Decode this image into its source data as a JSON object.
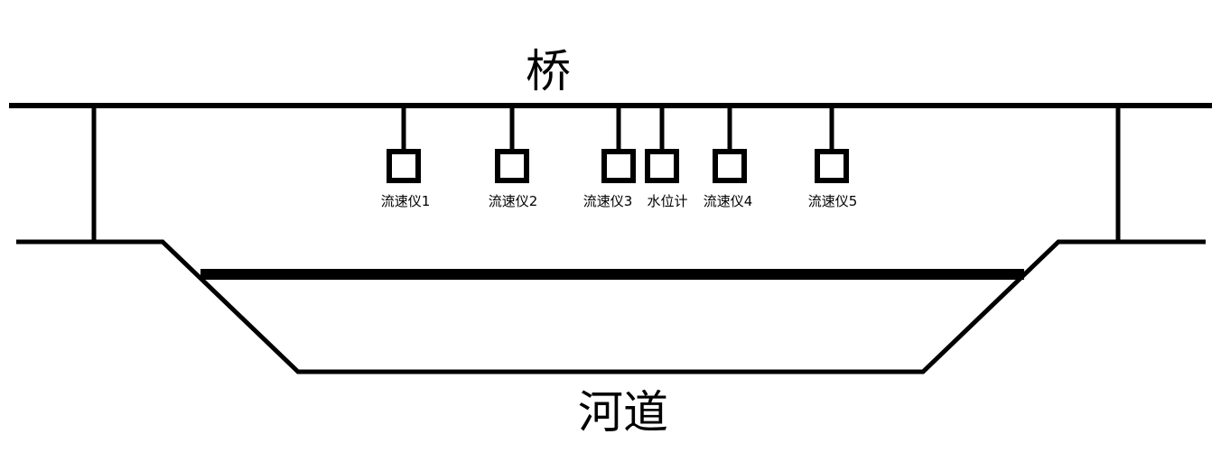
{
  "title_bridge": "桥",
  "title_river": "河道",
  "instruments": [
    {
      "label": "流速仪1"
    },
    {
      "label": "流速仪2"
    },
    {
      "label": "流速仪3"
    },
    {
      "label": "水位计"
    },
    {
      "label": "流速仪4"
    },
    {
      "label": "流速仪5"
    }
  ],
  "colors": {
    "line": "#000000",
    "background": "#ffffff"
  }
}
